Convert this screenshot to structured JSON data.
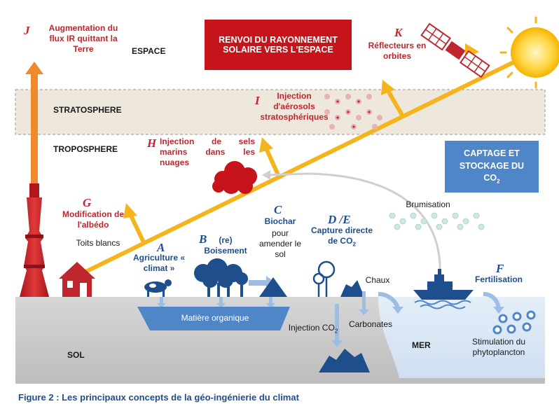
{
  "zones": {
    "espace": "ESPACE",
    "stratosphere": "STRATOSPHERE",
    "troposphere": "TROPOSPHERE",
    "sol": "SOL",
    "mer": "MER"
  },
  "boxes": {
    "renvoi": "RENVOI DU RAYONNEMENT SOLAIRE VERS L'ESPACE",
    "captage_line1": "CAPTAGE ET",
    "captage_line2": "STOCKAGE DU",
    "captage_line3": "CO",
    "captage_sub": "2",
    "matiere": "Matière organique"
  },
  "concepts": {
    "J": {
      "letter": "J",
      "text": "Augmentation du flux IR quittant la Terre"
    },
    "K": {
      "letter": "K",
      "text": "Réflecteurs en orbites"
    },
    "I": {
      "letter": "I",
      "text": "Injection d'aérosols stratosphériques"
    },
    "H": {
      "letter": "H",
      "text": "Injection de sels marins dans les nuages"
    },
    "G": {
      "letter": "G",
      "text": "Modification de l'albédo",
      "sub": "Toits blancs"
    },
    "A": {
      "letter": "A",
      "text": "Agriculture « climat »"
    },
    "B": {
      "letter": "B",
      "text": "(re) Boisement"
    },
    "C": {
      "letter": "C",
      "text": "Biochar",
      "sub": "pour amender le sol"
    },
    "D": {
      "letter": "D /E",
      "text_a": "Capture directe de CO",
      "text_sub": "2"
    },
    "F": {
      "letter": "F",
      "text": "Fertilisation"
    }
  },
  "labels": {
    "brumisation": "Brumisation",
    "chaux": "Chaux",
    "carbonates": "Carbonates",
    "injection_co2": "Injection CO",
    "injection_co2_sub": "2",
    "stimulation": "Stimulation du phytoplancton"
  },
  "caption": "Figure 2 : Les principaux concepts de la géo-ingénierie du climat",
  "colors": {
    "red": "#c0262d",
    "navy": "#1f4e8c",
    "orange": "#ee8a2c",
    "yellow": "#f5b41c",
    "blue_box": "#4f86c8",
    "ground": "#c9c9c9",
    "sea": "#dce8f5"
  }
}
